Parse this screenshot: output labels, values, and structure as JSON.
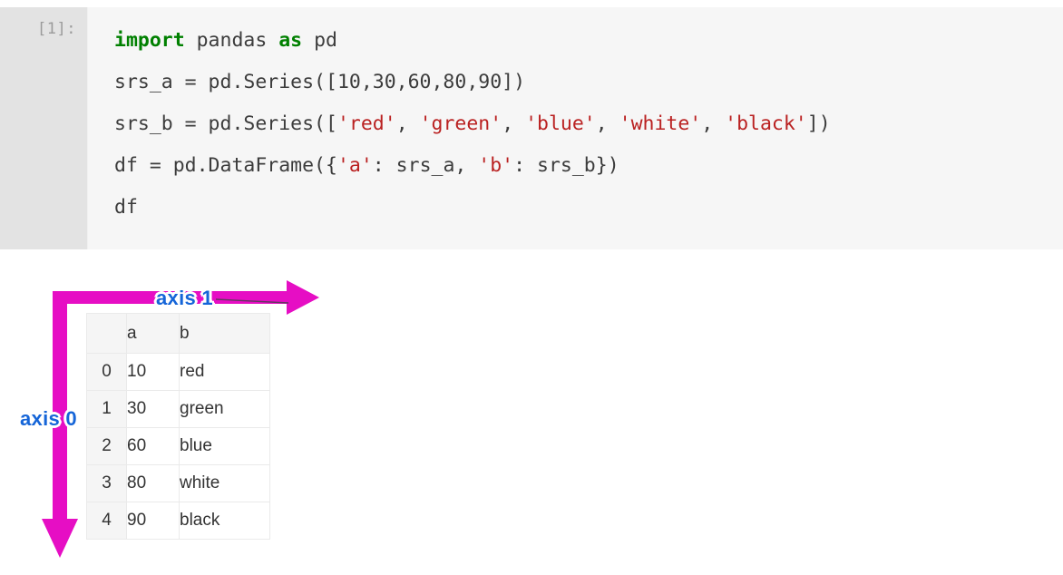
{
  "notebook": {
    "cell": {
      "prompt": "[1]:",
      "code_lines": [
        [
          {
            "t": "kw",
            "s": "import"
          },
          {
            "t": "plain",
            "s": " pandas "
          },
          {
            "t": "kw",
            "s": "as"
          },
          {
            "t": "plain",
            "s": " pd"
          }
        ],
        [
          {
            "t": "plain",
            "s": "srs_a = pd.Series([10,30,60,80,90])"
          }
        ],
        [
          {
            "t": "plain",
            "s": "srs_b = pd.Series(["
          },
          {
            "t": "str",
            "s": "'red'"
          },
          {
            "t": "plain",
            "s": ", "
          },
          {
            "t": "str",
            "s": "'green'"
          },
          {
            "t": "plain",
            "s": ", "
          },
          {
            "t": "str",
            "s": "'blue'"
          },
          {
            "t": "plain",
            "s": ", "
          },
          {
            "t": "str",
            "s": "'white'"
          },
          {
            "t": "plain",
            "s": ", "
          },
          {
            "t": "str",
            "s": "'black'"
          },
          {
            "t": "plain",
            "s": "])"
          }
        ],
        [
          {
            "t": "plain",
            "s": "df = pd.DataFrame({"
          },
          {
            "t": "str",
            "s": "'a'"
          },
          {
            "t": "plain",
            "s": ": srs_a, "
          },
          {
            "t": "str",
            "s": "'b'"
          },
          {
            "t": "plain",
            "s": ": srs_b})"
          }
        ],
        [
          {
            "t": "plain",
            "s": "df"
          }
        ]
      ]
    }
  },
  "output": {
    "dataframe": {
      "corner_header": "",
      "columns": [
        "a",
        "b"
      ],
      "index": [
        "0",
        "1",
        "2",
        "3",
        "4"
      ],
      "rows": [
        [
          "10",
          "red"
        ],
        [
          "30",
          "green"
        ],
        [
          "60",
          "blue"
        ],
        [
          "80",
          "white"
        ],
        [
          "90",
          "black"
        ]
      ]
    },
    "annotations": {
      "axis1_label": "axis 1",
      "axis0_label": "axis 0",
      "arrow_color": "#e60ec4",
      "label_color": "#1565d8"
    }
  },
  "colors": {
    "keyword_green": "#008000",
    "string_red": "#ba2121",
    "code_text": "#3c3c3c",
    "prompt_gray": "#9b9b9b",
    "cell_gutter_bg": "#e3e3e3",
    "cell_code_bg": "#f6f6f6",
    "table_header_bg": "#f5f5f5",
    "table_border": "#eaeaea"
  }
}
